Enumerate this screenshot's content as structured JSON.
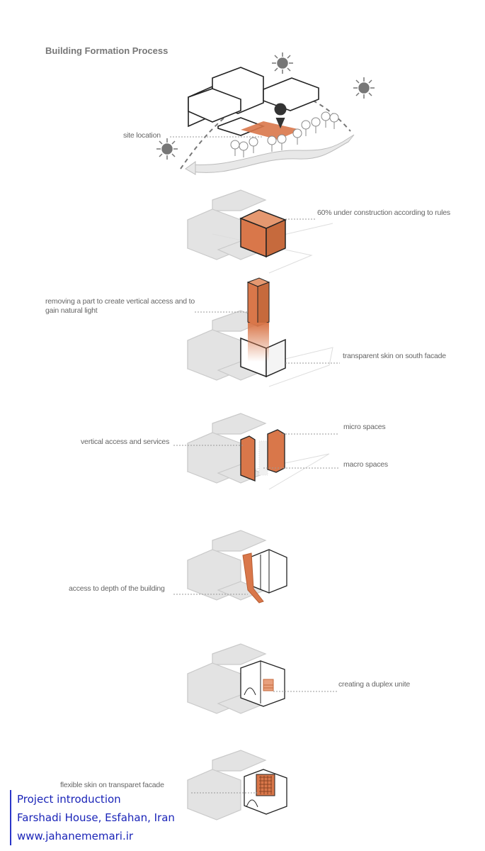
{
  "title": "Building Formation Process",
  "labels": {
    "site_location": "site location",
    "under_construction": "60% under construction according to rules",
    "removing_part": "removing a part to create vertical access and to gain natural light",
    "transparent_skin": "transparent skin on south facade",
    "vertical_access": "vertical access and services",
    "micro_spaces": "micro spaces",
    "macro_spaces": "macro spaces",
    "access_depth": "access to depth of the building",
    "duplex": "creating a duplex unite",
    "flexible_skin": "flexible skin on transparet facade"
  },
  "footer": {
    "line1": "Project introduction",
    "line2": "Farshadi House, Esfahan, Iran",
    "line3": "www.jahanememari.ir"
  },
  "colors": {
    "accent": "#d9774a",
    "footer_text": "#1a24b8"
  }
}
